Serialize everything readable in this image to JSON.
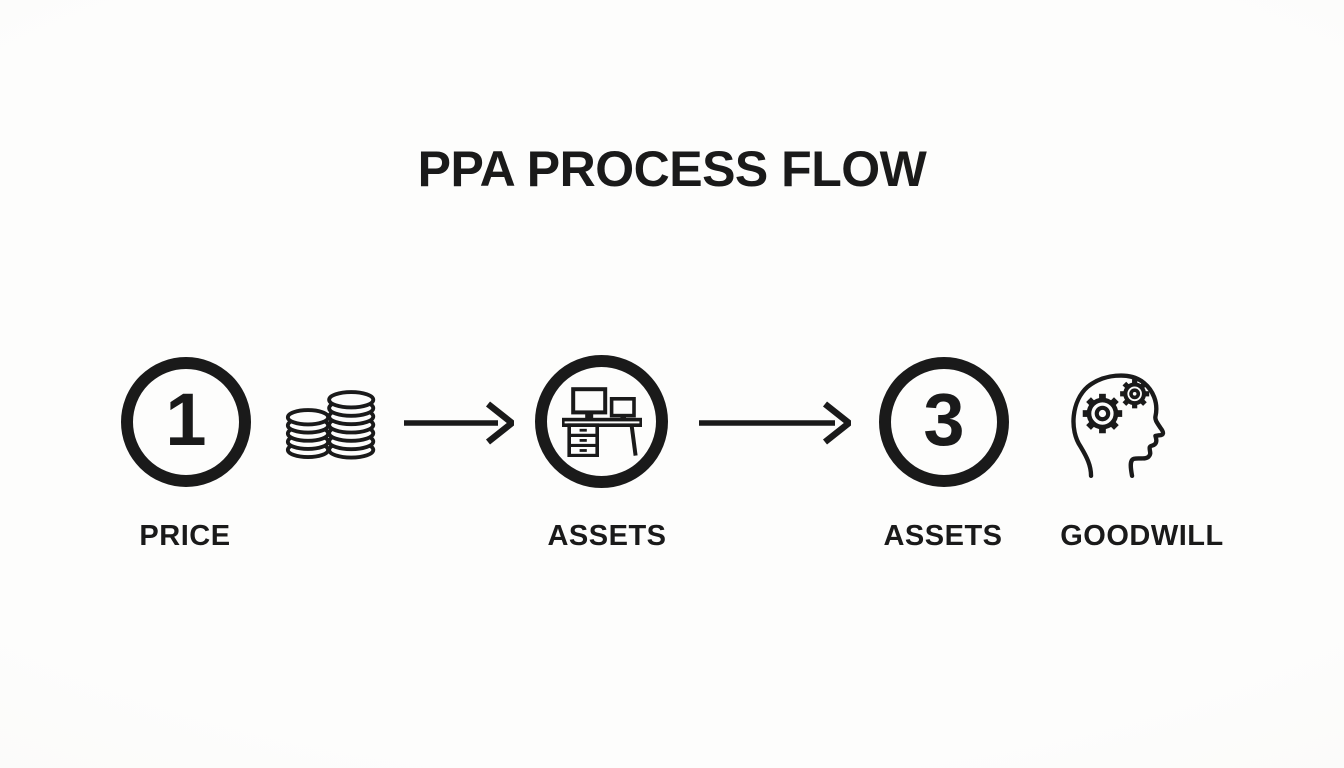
{
  "title": "PPA PROCESS FLOW",
  "colors": {
    "ink": "#1a1a1a",
    "background": "#fcfcfb"
  },
  "flow": {
    "nodes": [
      {
        "id": "step-1",
        "shape": "numbered-circle",
        "number": "1",
        "label": "PRICE"
      },
      {
        "id": "price-coins",
        "shape": "icon",
        "icon": "coin-stacks-icon"
      },
      {
        "id": "arrow-1",
        "shape": "arrow",
        "icon": "right-arrow-icon"
      },
      {
        "id": "step-2",
        "shape": "icon-circle",
        "icon": "desk-computer-icon",
        "label": "ASSETS"
      },
      {
        "id": "arrow-2",
        "shape": "arrow",
        "icon": "right-arrow-icon"
      },
      {
        "id": "step-3",
        "shape": "numbered-circle",
        "number": "3",
        "label": "ASSETS"
      },
      {
        "id": "goodwill-head",
        "shape": "icon",
        "icon": "head-gears-icon",
        "label": "GOODWILL"
      }
    ]
  }
}
